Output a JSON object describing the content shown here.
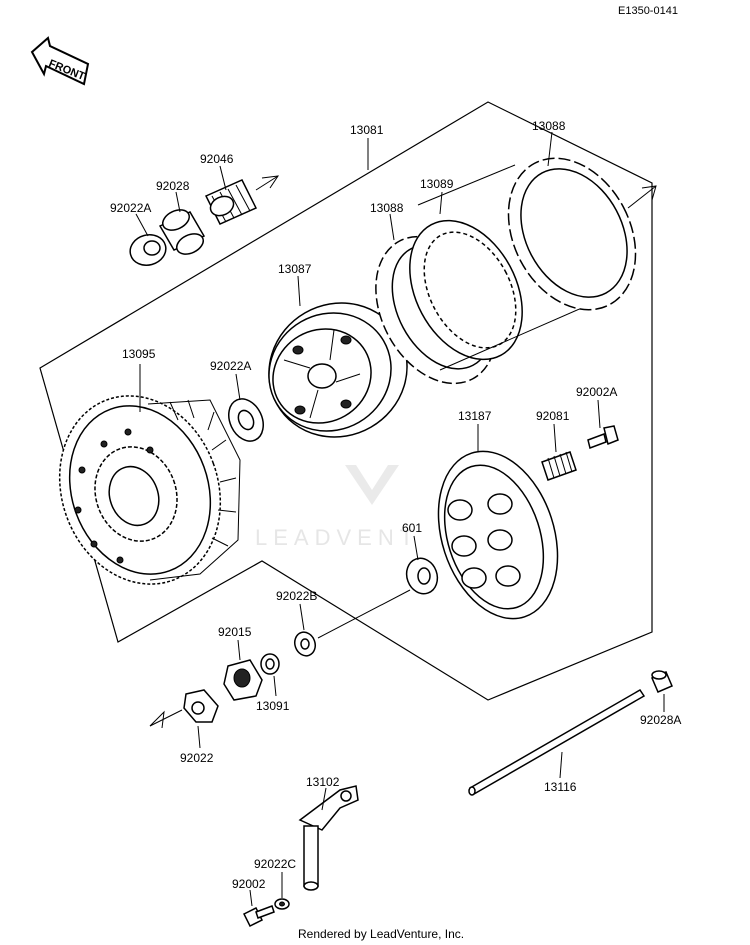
{
  "diagram_code": "E1350-0141",
  "front_label": "FRONT",
  "footer": "Rendered by LeadVenture, Inc.",
  "watermark": "LEADVENT",
  "parts": {
    "p13081": "13081",
    "p13088_top": "13088",
    "p13089": "13089",
    "p13088_left": "13088",
    "p92046": "92046",
    "p92028": "92028",
    "p92022A_top": "92022A",
    "p13087": "13087",
    "p13095": "13095",
    "p92022A_mid": "92022A",
    "p92002A": "92002A",
    "p92081": "92081",
    "p13187": "13187",
    "p601": "601",
    "p92022B": "92022B",
    "p92015": "92015",
    "p13091": "13091",
    "p92022": "92022",
    "p13102": "13102",
    "p92022C": "92022C",
    "p92002": "92002",
    "p92028A": "92028A",
    "p13116": "13116"
  }
}
